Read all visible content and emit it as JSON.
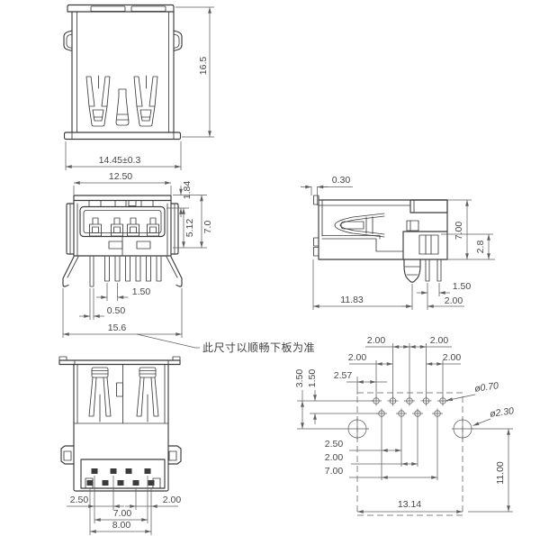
{
  "note": "此尺寸以顺畅下板为准",
  "colors": {
    "outline": "#3b3b3b",
    "dimension": "#5f5f5f",
    "label": "#474747",
    "background": "#ffffff"
  },
  "views": {
    "top": {
      "dims": {
        "height": "16.5",
        "width": "14.45±0.3"
      }
    },
    "front": {
      "dims": {
        "shell_width": "12.50",
        "top_lip": "1.84",
        "opening": "5.12",
        "shell_height": "7.0",
        "pin_pitch": "1.50",
        "pin_width": "0.50",
        "overall_width": "15.6"
      }
    },
    "side": {
      "dims": {
        "front_lip": "0.30",
        "height": "7.00",
        "base_height": "2.8",
        "pin_pitch": "1.50",
        "peg_to_pin": "2.00",
        "depth": "11.83"
      }
    },
    "bottom": {
      "dims": {
        "pitch_a": "2.50",
        "pitch_b": "2.00",
        "span_front": "7.00",
        "span_back": "8.00"
      }
    },
    "footprint": {
      "dims": {
        "r1_p23": "2.00",
        "r1_p34": "2.00",
        "r1_p12": "2.00",
        "r1_p45": "2.00",
        "edge_offset": "2.57",
        "mount_offset": "3.50",
        "row_gap": "1.50",
        "pin_hole": "ø0.70",
        "mount_hole": "ø2.30",
        "r2_p12": "2.50",
        "r2_p23": "2.00",
        "r2_span": "7.00",
        "edge_height": "11.00",
        "mount_span": "13.14"
      }
    }
  }
}
